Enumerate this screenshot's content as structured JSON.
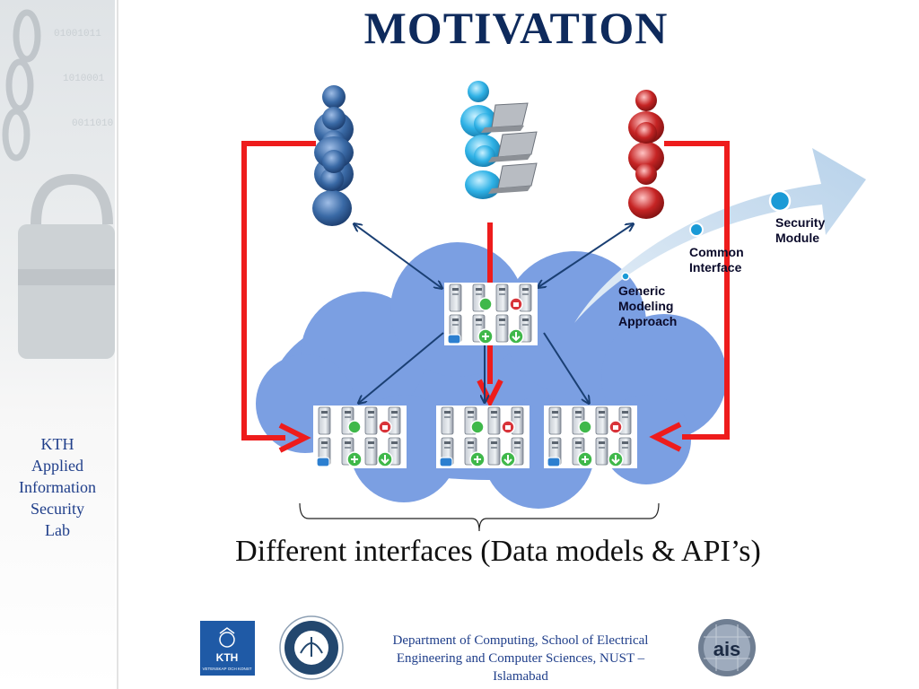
{
  "title": "MOTIVATION",
  "sidebar": {
    "lab_lines": [
      "KTH",
      "Applied",
      "Information",
      "Security",
      "Lab"
    ]
  },
  "diagram": {
    "arrow_stages": [
      {
        "lines": [
          "Generic",
          "Modeling",
          "Approach"
        ]
      },
      {
        "lines": [
          "Common",
          "Interface"
        ]
      },
      {
        "lines": [
          "Security",
          "Module"
        ]
      }
    ],
    "caption": "Different interfaces (Data models & API’s)"
  },
  "footer": {
    "department_lines": [
      "Department of Computing, School of Electrical",
      "Engineering and Computer Sciences, NUST –",
      "Islamabad"
    ],
    "kth_logo_text": "KTH",
    "kth_logo_subtext": "VETENSKAP OCH KONST",
    "ais_logo_text": "ais"
  },
  "colors": {
    "title": "#0e2a5c",
    "cloud": "#7b9fe2",
    "red_connector": "#ee1c1c",
    "blue_connector": "#1a3f73",
    "arrow_band": "#c8dcee",
    "lab_text": "#1f3e8a"
  }
}
